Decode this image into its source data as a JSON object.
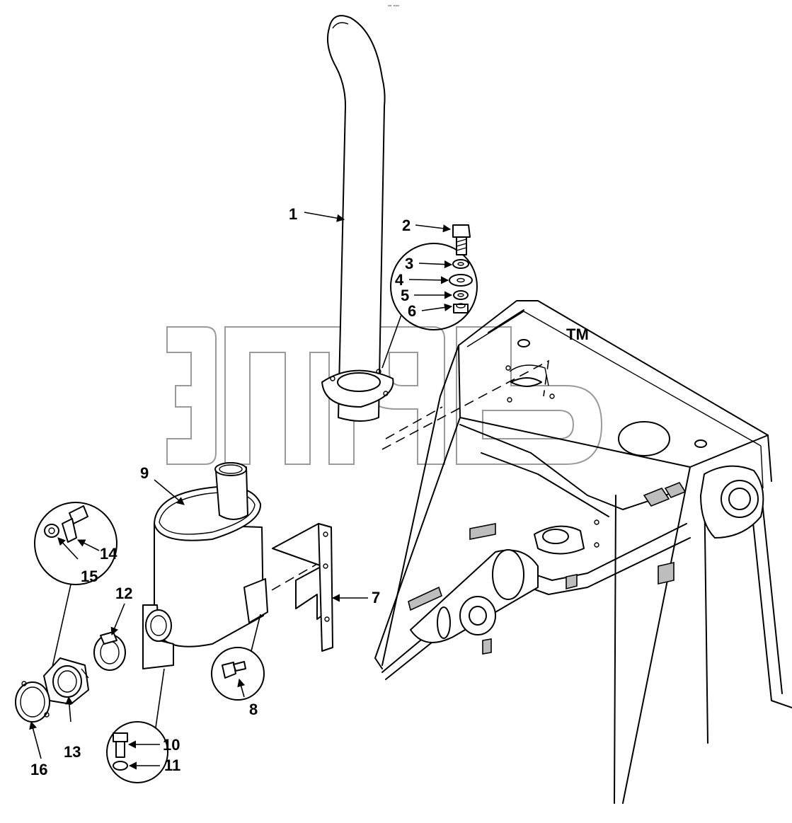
{
  "header": {
    "tiny_text": "°° °°°"
  },
  "watermark": {
    "trademark": "TM"
  },
  "callouts": {
    "c1": "1",
    "c2": "2",
    "c3": "3",
    "c4": "4",
    "c5": "5",
    "c6": "6",
    "c7": "7",
    "c8": "8",
    "c9": "9",
    "c10": "10",
    "c11": "11",
    "c12": "12",
    "c13": "13",
    "c14": "14",
    "c15": "15",
    "c16": "16"
  }
}
